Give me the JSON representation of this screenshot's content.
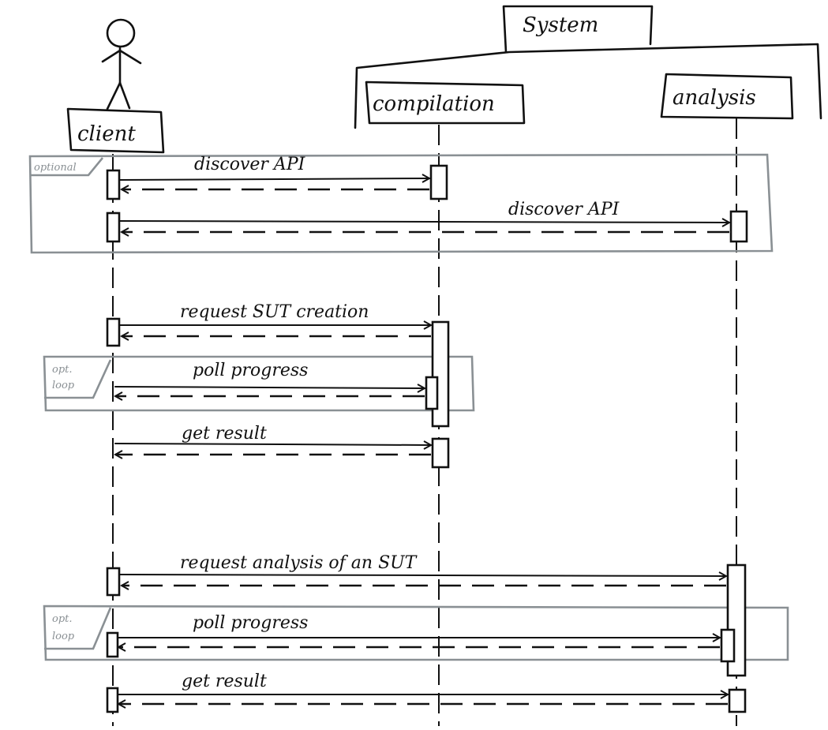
{
  "colors": {
    "ink": "#111111",
    "fragment": "#8a9094",
    "background": "#ffffff"
  },
  "group": {
    "label": "System"
  },
  "participants": {
    "client": "client",
    "compilation": "compilation",
    "analysis": "analysis"
  },
  "fragments": {
    "optional": "optional",
    "opt_loop_1": [
      "opt.",
      "loop"
    ],
    "opt_loop_2": [
      "opt.",
      "loop"
    ]
  },
  "messages": {
    "discover_api_1": "discover API",
    "discover_api_2": "discover API",
    "request_sut_creation": "request SUT creation",
    "poll_progress_1": "poll progress",
    "get_result_1": "get result",
    "request_analysis": "request analysis of an SUT",
    "poll_progress_2": "poll progress",
    "get_result_2": "get result"
  }
}
